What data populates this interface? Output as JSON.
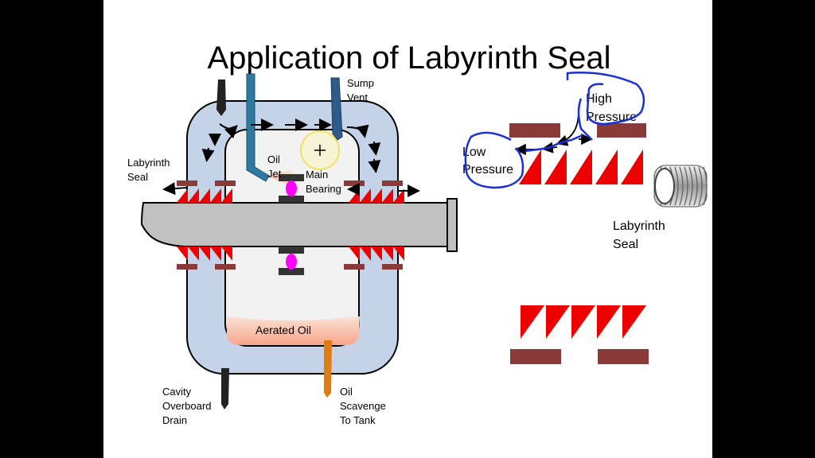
{
  "slide": {
    "title": "Application of Labyrinth Seal"
  },
  "left_diagram": {
    "sump_vent_label": [
      "Sump",
      "Vent"
    ],
    "oil_jet_label": [
      "Oil",
      "Jet"
    ],
    "main_bearing_label": [
      "Main",
      "Bearing"
    ],
    "labyrinth_seal_label": [
      "Labyrinth",
      "Seal"
    ],
    "aerated_oil_label": "Aerated Oil",
    "cavity_drain_label": [
      "Cavity",
      "Overboard",
      "Drain"
    ],
    "oil_scavenge_label": [
      "Oil",
      "Scavenge",
      "To Tank"
    ]
  },
  "right_diagram": {
    "high_pressure_label": [
      "High",
      "Pressure"
    ],
    "low_pressure_label": [
      "Low",
      "Pressure"
    ],
    "labyrinth_seal_label": [
      "Labyrinth",
      "Seal"
    ]
  },
  "colors": {
    "housing_fill": "#c5d3e8",
    "cavity_fill": "#f2f2f2",
    "seal_red": "#ee0000",
    "land_brown": "#8b3a3a",
    "shaft_gray": "#c0c0c0",
    "oil_jet_blue": "#2e7aa0",
    "sump_vent_blue": "#2e5b8a",
    "bearing_magenta": "#ff00ff",
    "scavenge_orange": "#e07b10",
    "annotation_blue": "#1b2fd6"
  }
}
